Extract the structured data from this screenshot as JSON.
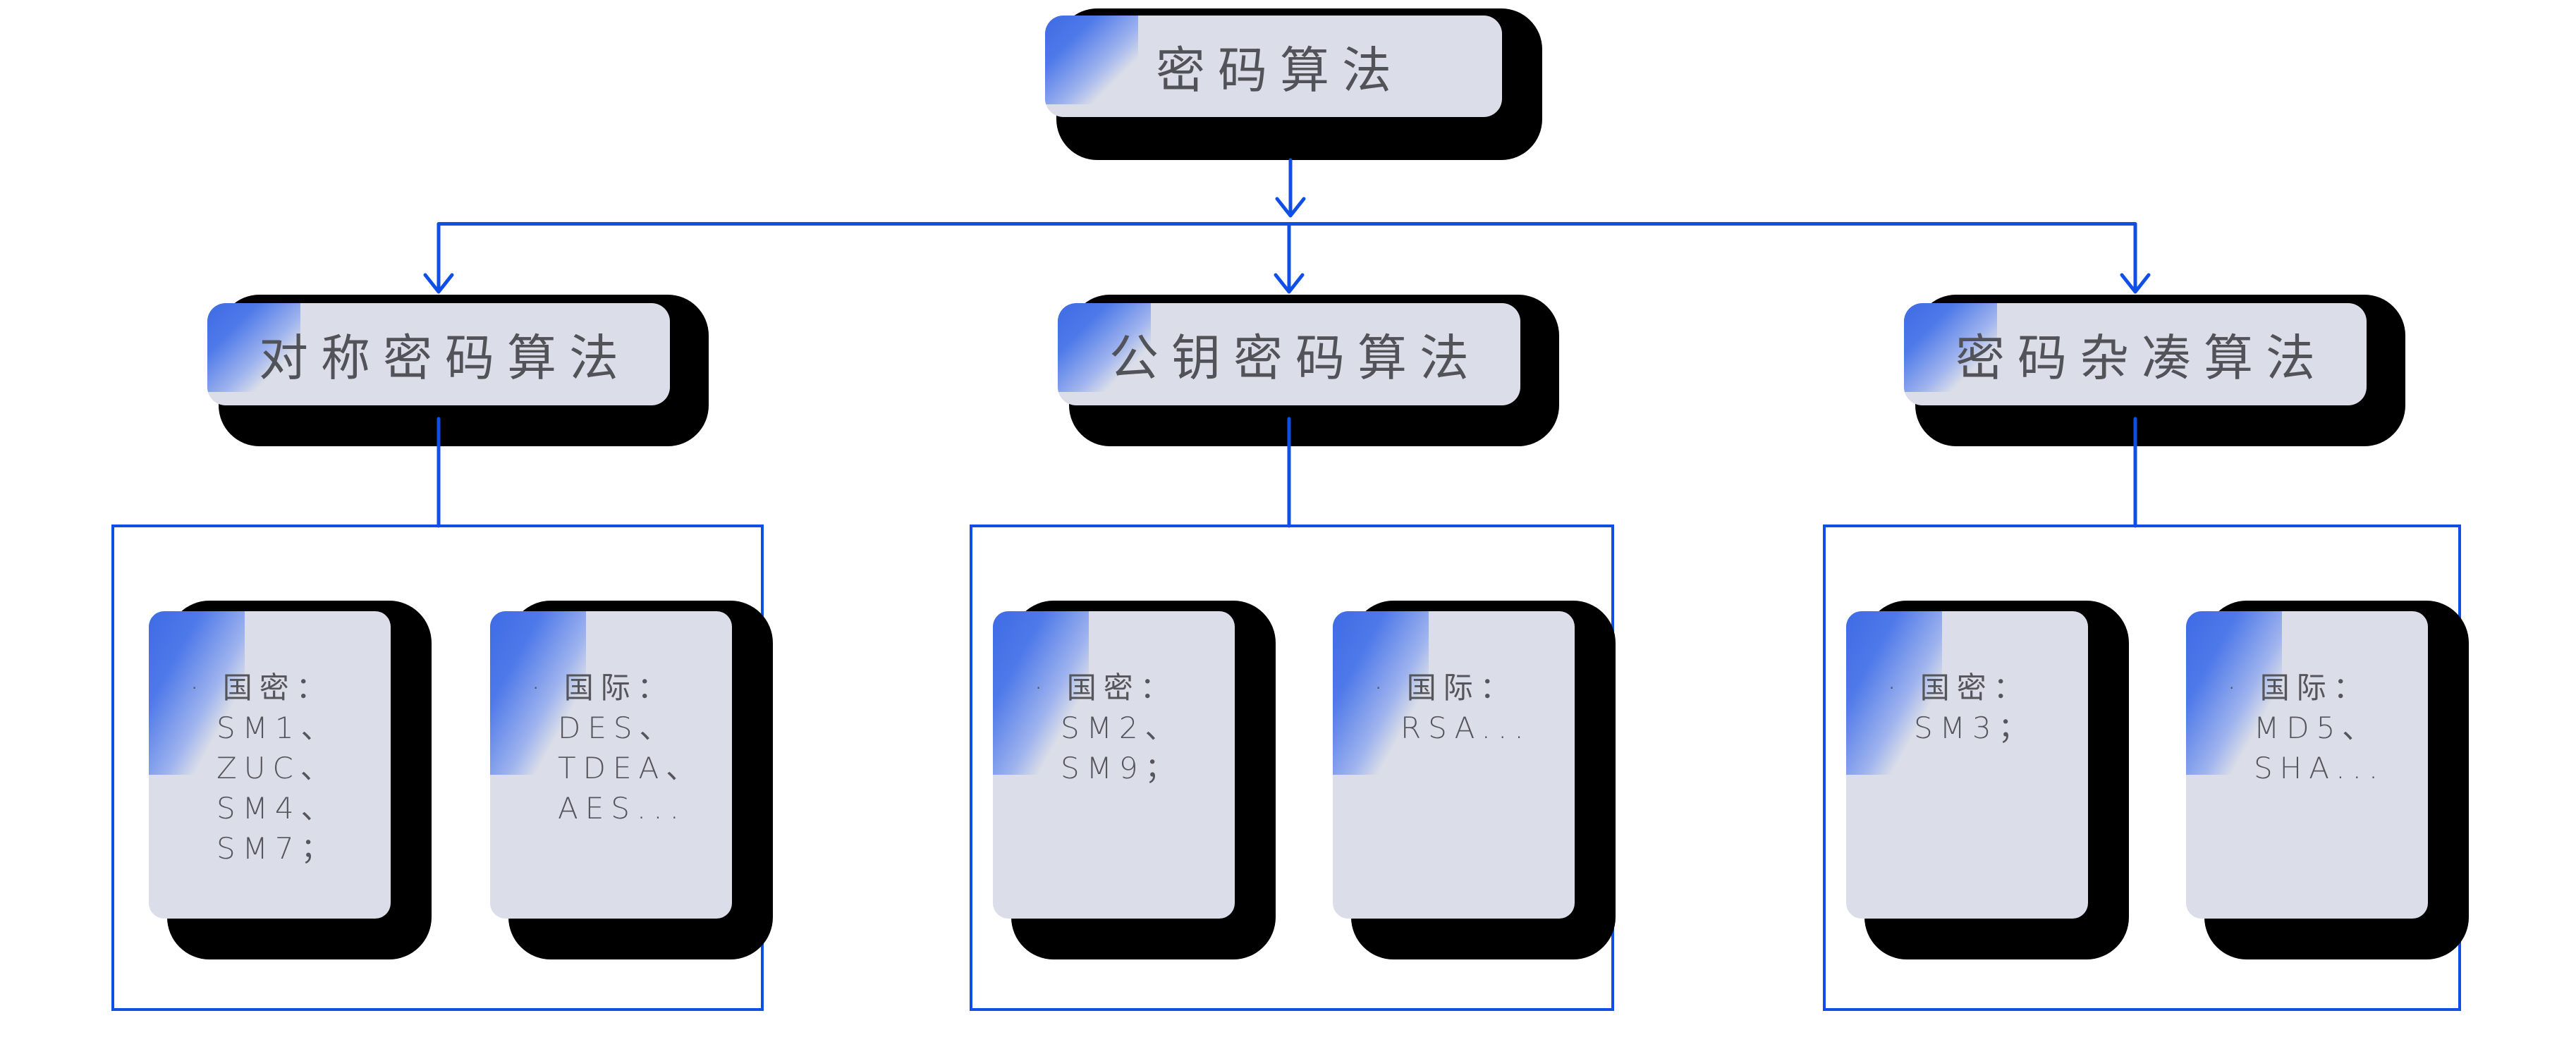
{
  "palette": {
    "connector_blue": "#0f4fe6",
    "node_fill": "#dbdee8",
    "corner_accent_blue": "#3e6be5",
    "shadow_black": "#000000",
    "text_gray": "#515359",
    "background": "#ffffff"
  },
  "root": {
    "label": "密码算法"
  },
  "branches": [
    {
      "label": "对称密码算法",
      "cards": [
        {
          "lines": [
            "· 国密：",
            "SM1、",
            "ZUC、",
            "SM4、",
            "SM7；"
          ]
        },
        {
          "lines": [
            "· 国际：",
            "DES、",
            "TDEA、",
            "AES..."
          ]
        }
      ]
    },
    {
      "label": "公钥密码算法",
      "cards": [
        {
          "lines": [
            "· 国密：",
            "SM2、",
            "SM9；"
          ]
        },
        {
          "lines": [
            "· 国际：",
            "RSA..."
          ]
        }
      ]
    },
    {
      "label": "密码杂凑算法",
      "cards": [
        {
          "lines": [
            "· 国密：",
            "SM3；"
          ]
        },
        {
          "lines": [
            "· 国际：",
            "MD5、",
            "SHA..."
          ]
        }
      ]
    }
  ]
}
